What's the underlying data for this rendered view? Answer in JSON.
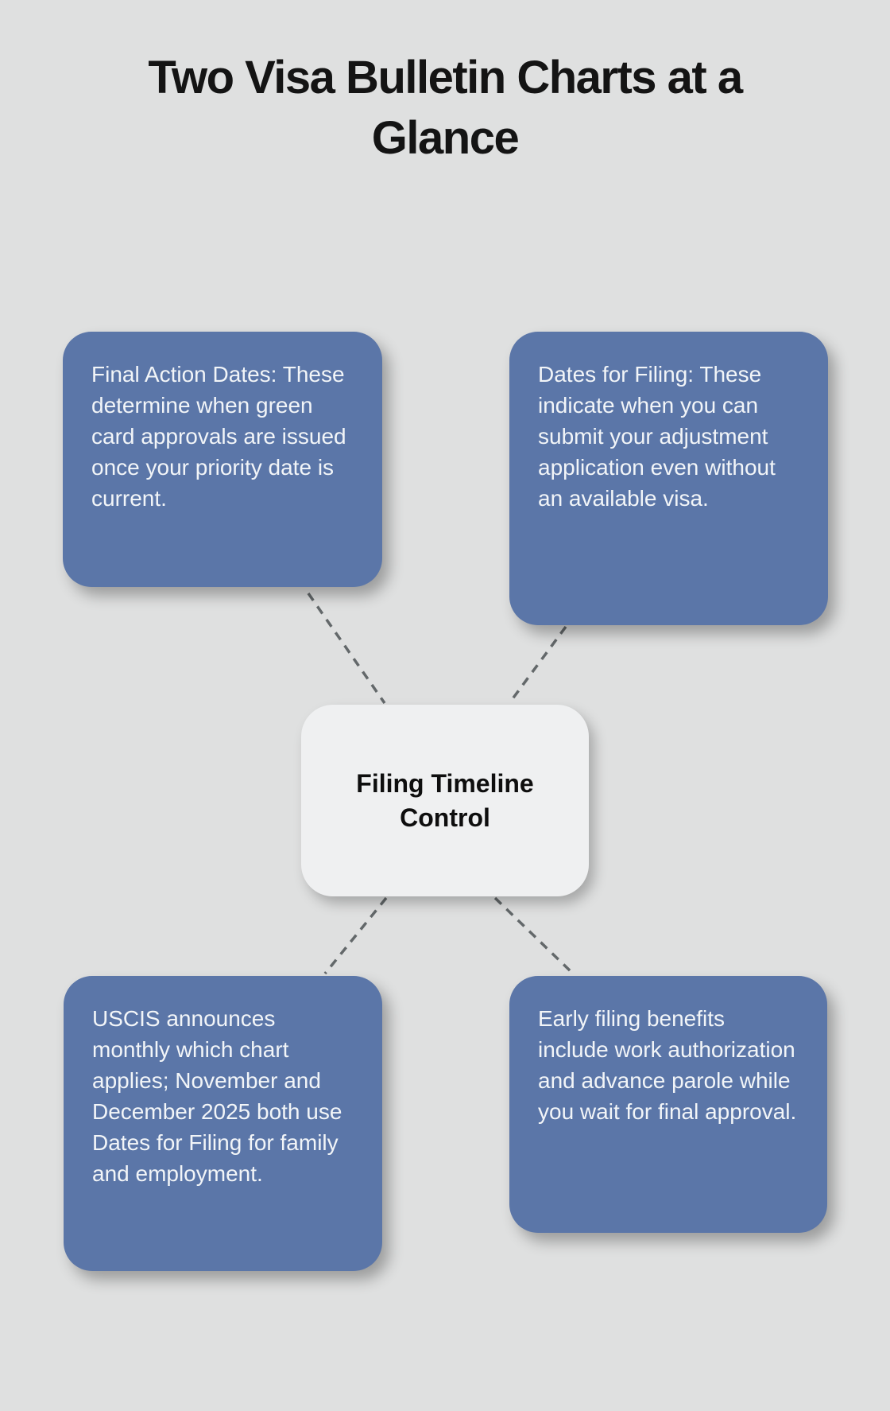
{
  "title": "Two Visa Bulletin Charts at a Glance",
  "center_node": {
    "label": "Filing Timeline Control"
  },
  "nodes": [
    {
      "id": "final-action-dates",
      "text": "Final Action Dates: These determine when green card approvals are issued once your priority date is current."
    },
    {
      "id": "dates-for-filing",
      "text": "Dates for Filing: These indicate when you can submit your adjustment application even without an available visa."
    },
    {
      "id": "uscis-monthly-chart",
      "text": "USCIS announces monthly which chart applies; November and December 2025 both use Dates for Filing for family and employment."
    },
    {
      "id": "early-filing-benefits",
      "text": "Early filing benefits include work authorization and advance parole while you wait for final approval."
    }
  ],
  "colors": {
    "background": "#dfe0e0",
    "box_fill": "#5b76a8",
    "box_text": "#f2f5f8",
    "center_node_fill": "#eff0f1",
    "center_node_text": "#0e0e0e",
    "title_text": "#141414",
    "connector": "#63686a"
  }
}
